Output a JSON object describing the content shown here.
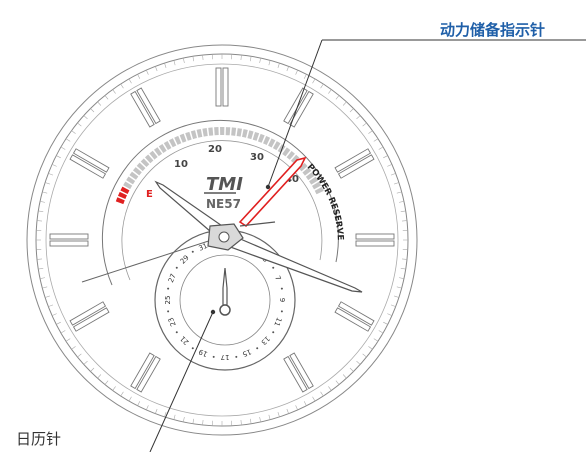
{
  "callouts": {
    "power_reserve_indicator": "动力储备指示针",
    "date_hand": "日历针"
  },
  "dial": {
    "brand": "TMI",
    "model": "NE57",
    "power_reserve_label": "POWER RESERVE",
    "empty_marker": "E",
    "power_reserve_scale": [
      "10",
      "20",
      "30",
      "40"
    ],
    "date_numbers": [
      "1",
      "3",
      "5",
      "7",
      "9",
      "11",
      "13",
      "15",
      "17",
      "19",
      "21",
      "23",
      "25",
      "27",
      "29",
      "31"
    ]
  },
  "colors": {
    "line": "#666666",
    "accent_red": "#e02020",
    "callout_blue": "#1f5fa8"
  }
}
